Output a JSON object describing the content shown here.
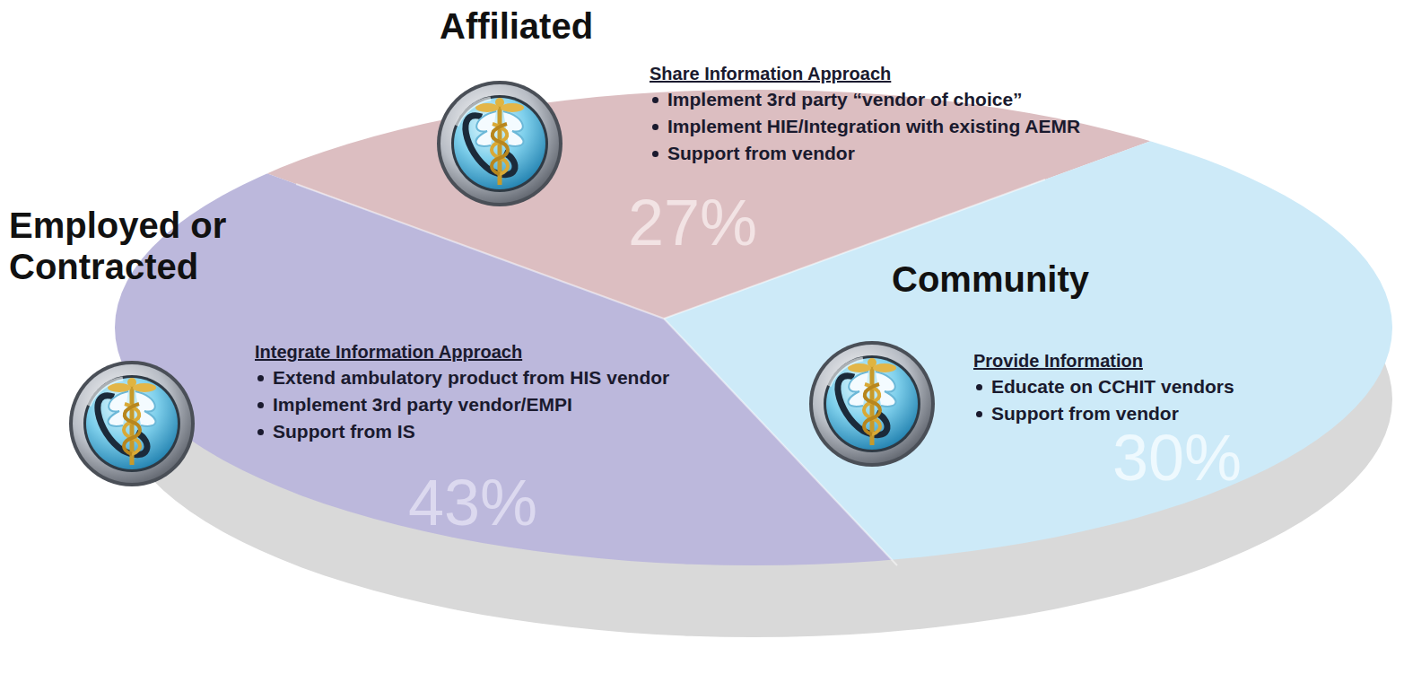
{
  "diagram": {
    "nodes": [
      {
        "text": [
          "Affiliated",
          "Share Information Approach",
          "Implement 3rd party “vendor of choice”",
          "Implement HIE/Integration with existing AEMR",
          "Support from vendor"
        ]
      },
      {
        "text": [
          "Employed or Contracted",
          "Integrate Information Approach",
          "Extend ambulatory product from HIS vendor",
          "Implement 3rd party vendor/EMPI",
          "Support from IS"
        ]
      },
      {
        "text": [
          "Community",
          "Provide Information",
          "Educate on CCHIT vendors",
          "Support from vendor"
        ]
      }
    ],
    "labels": [
      "27%",
      "43%",
      "30%"
    ]
  }
}
